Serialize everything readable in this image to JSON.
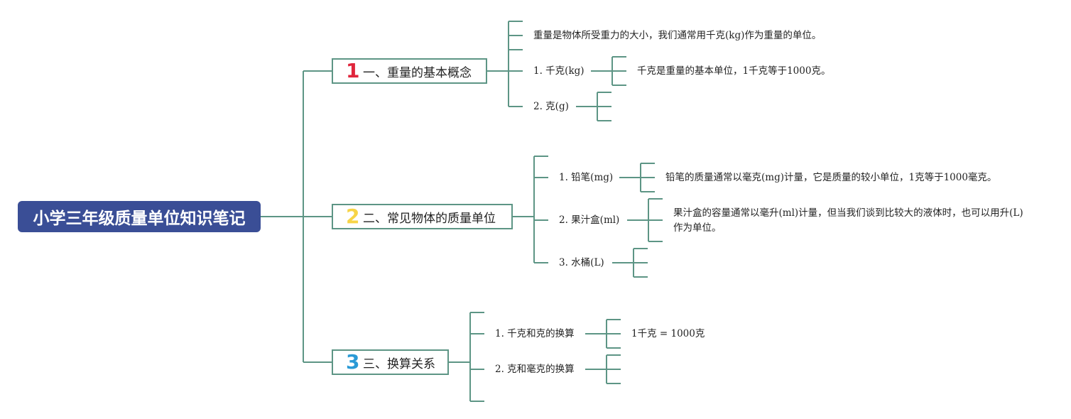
{
  "colors": {
    "root_bg": "#3a4e96",
    "line": "#5d9585",
    "num1": "#e0263c",
    "num2": "#f7d447",
    "num3": "#2a9ad6"
  },
  "root": {
    "title": "小学三年级质量单位知识笔记"
  },
  "topics": [
    {
      "number": "1",
      "label": "一、重量的基本概念",
      "intro": "重量是物体所受重力的大小，我们通常用千克(kg)作为重量的单位。",
      "items": [
        {
          "label": "1. 千克(kg)",
          "note": "千克是重量的基本单位，1千克等于1000克。"
        },
        {
          "label": "2. 克(g)",
          "note": ""
        }
      ]
    },
    {
      "number": "2",
      "label": "二、常见物体的质量单位",
      "items": [
        {
          "label": "1. 铅笔(mg)",
          "note": "铅笔的质量通常以毫克(mg)计量，它是质量的较小单位，1克等于1000毫克。"
        },
        {
          "label": "2. 果汁盒(ml)",
          "note": "果汁盒的容量通常以毫升(ml)计量，但当我们谈到比较大的液体时，也可以用升(L)作为单位。"
        },
        {
          "label": "3. 水桶(L)",
          "note": ""
        }
      ]
    },
    {
      "number": "3",
      "label": "三、换算关系",
      "items": [
        {
          "label": "1. 千克和克的换算",
          "note": "1千克 = 1000克"
        },
        {
          "label": "2. 克和毫克的换算",
          "note": ""
        }
      ]
    }
  ]
}
